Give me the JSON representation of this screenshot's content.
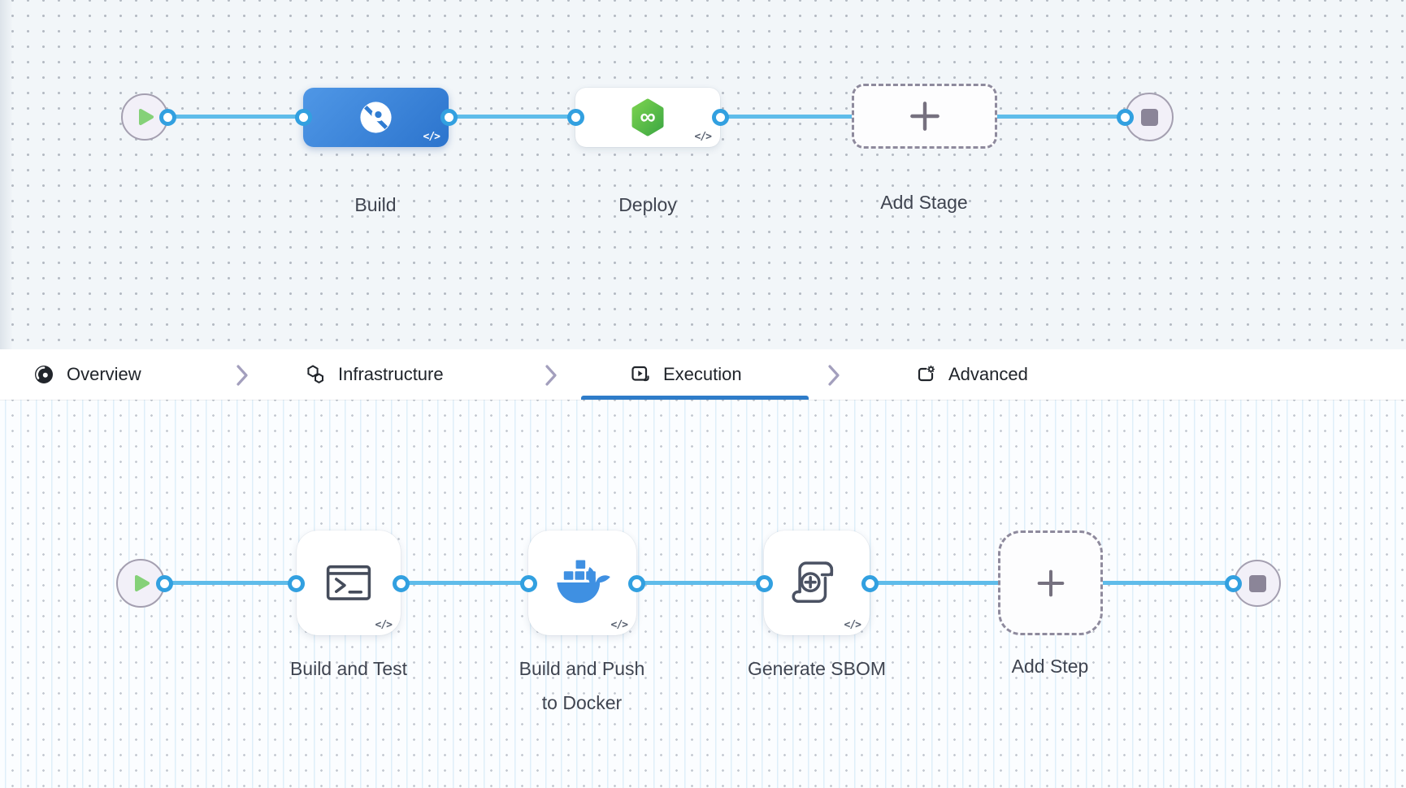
{
  "stage_pipeline": {
    "stages": [
      {
        "label": "Build",
        "type": "ci-build-stage",
        "selected": true,
        "code_badge": "</>"
      },
      {
        "label": "Deploy",
        "type": "cd-deploy-stage",
        "selected": false,
        "code_badge": "</>"
      },
      {
        "label": "Add Stage",
        "type": "add-stage-placeholder"
      }
    ]
  },
  "pipeline_tabs": {
    "items": [
      {
        "label": "Overview",
        "active": false
      },
      {
        "label": "Infrastructure",
        "active": false
      },
      {
        "label": "Execution",
        "active": true
      },
      {
        "label": "Advanced",
        "active": false
      }
    ]
  },
  "execution_pipeline": {
    "steps": [
      {
        "label": "Build and Test",
        "code_badge": "</>"
      },
      {
        "label": "Build and Push to Docker",
        "code_badge": "</>"
      },
      {
        "label": "Generate SBOM",
        "code_badge": "</>"
      },
      {
        "label": "Add Step"
      }
    ]
  },
  "icons": {
    "start": "play-icon",
    "end": "stop-icon",
    "build_stage": "ci-camera-icon",
    "deploy_stage": "cd-infinity-hexagon-icon",
    "build_test_step": "terminal-icon",
    "docker_step": "docker-whale-icon",
    "sbom_step": "scroll-plus-icon",
    "add": "plus-icon",
    "infinity_glyph": "∞"
  },
  "colors": {
    "selected_stage_blue": "#2c74cd",
    "connector_line": "#5fbcea",
    "port_ring": "#32a0e0",
    "active_tab_underline": "#2e7cc9",
    "deploy_green": "#52bd43",
    "docker_blue": "#3f90e2",
    "start_play_green": "#85d178"
  }
}
